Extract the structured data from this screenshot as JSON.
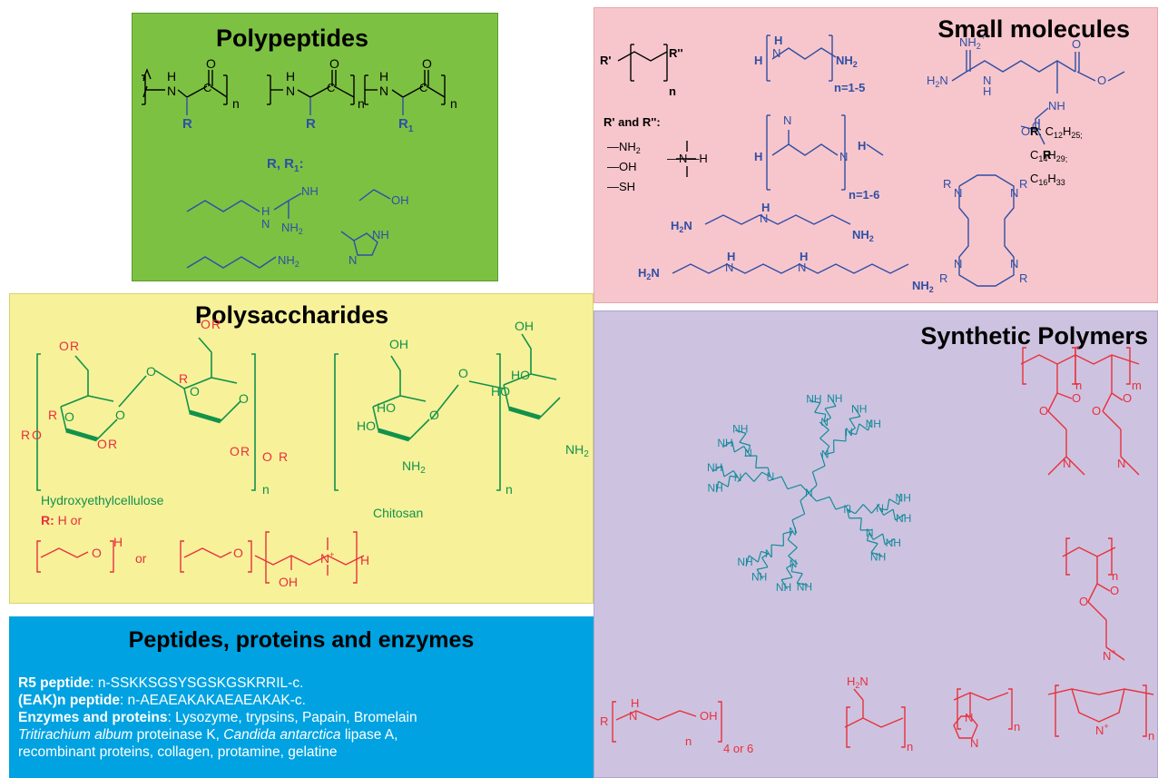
{
  "panels": {
    "polypeptides": {
      "title": "Polypeptides",
      "n_label": "n",
      "R_label": "R",
      "R1_label": "R",
      "R1_sub": "1",
      "substituent_header": "R, R",
      "substituent_header_sub": "1",
      "atoms": {
        "H": "H",
        "O": "O",
        "N": "N",
        "NH": "NH",
        "NH2": "NH",
        "OH": "OH"
      }
    },
    "small_molecules": {
      "title": "Small molecules",
      "r_prime": "R'",
      "r_dprime": "R''",
      "n_label": "n",
      "n_1_5": "n=1-5",
      "n_1_6": "n=1-6",
      "r_header": "R' and R'':",
      "groups": [
        "—NH",
        "—OH",
        "—SH"
      ],
      "groups_sub": [
        "2",
        "",
        ""
      ],
      "amine_group": "—N—H",
      "r_chains_label": "R",
      "r_chains": [
        "C",
        "C",
        "C"
      ],
      "r_chains_sub1": [
        "12",
        "14",
        "16"
      ],
      "r_chains_sub2": [
        "25;",
        "29;",
        "33"
      ],
      "r_chains_H": [
        "H",
        "H",
        "H"
      ]
    },
    "polysaccharides": {
      "title": "Polysaccharides",
      "hec_label": "Hydroxyethylcellulose",
      "chitosan_label": "Chitosan",
      "r_def_label": "R:",
      "r_def_text": " H or",
      "or_label": "or",
      "n_label": "n"
    },
    "synthetic_polymers": {
      "title": "Synthetic Polymers",
      "n_label": "n",
      "m_label": "m",
      "peg_suffix": "4 or 6"
    },
    "peptides": {
      "title": "Peptides, proteins and enzymes",
      "r5_label": "R5 peptide",
      "r5_seq": ": n-SSKKSGSYSGSKGSKRRIL-c.",
      "eak_label": "(EAK)n peptide",
      "eak_seq": ": n-AEAEAKAKAEAEAKAK-c.",
      "enz_label": "Enzymes and proteins",
      "enz_list": ": Lysozyme, trypsins, Papain, Bromelain",
      "tritirachium": "Tritirachium album",
      "proteinase": " proteinase K, ",
      "candida": "Candida antarctica",
      "lipase": " lipase A,",
      "last_line": "recombinant proteins, collagen, protamine, gelatine"
    }
  },
  "colors": {
    "polypeptides_bg": "#7dc142",
    "small_molecules_bg": "#f7c6cc",
    "polysaccharides_bg": "#f7f19a",
    "synthetic_bg": "#cdc3e0",
    "peptides_bg": "#00a2e1",
    "structure_blue": "#2f4fa6",
    "structure_green": "#12924a",
    "structure_red": "#e8303c",
    "dendrimer_teal": "#168a9a"
  }
}
